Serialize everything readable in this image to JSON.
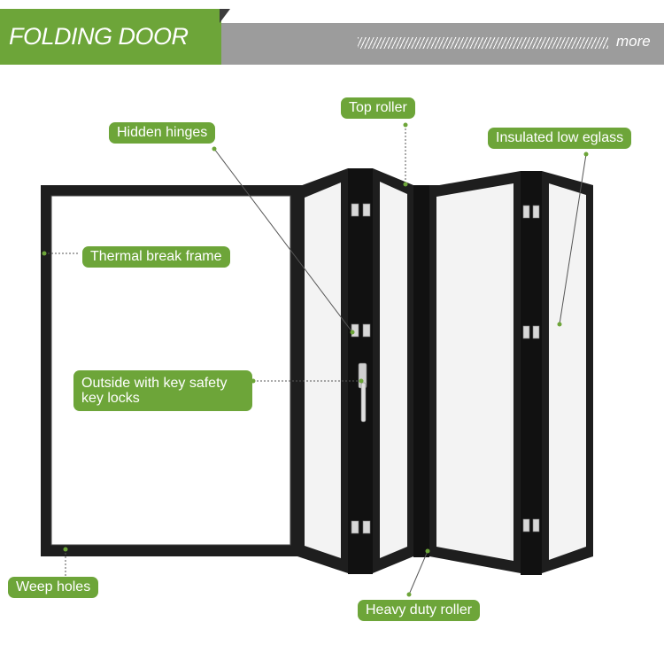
{
  "header": {
    "title": "FOLDING DOOR",
    "more": "more"
  },
  "callouts": {
    "top_roller": "Top roller",
    "hidden_hinges": "Hidden hinges",
    "insulated_glass": "Insulated low eglass",
    "thermal_frame": "Thermal break frame",
    "key_locks": "Outside with key safety key locks",
    "weep_holes": "Weep holes",
    "heavy_roller": "Heavy duty roller"
  },
  "colors": {
    "accent_green": "#6da539",
    "banner_grey": "#9c9c9c",
    "frame_black": "#1e1e1e"
  }
}
